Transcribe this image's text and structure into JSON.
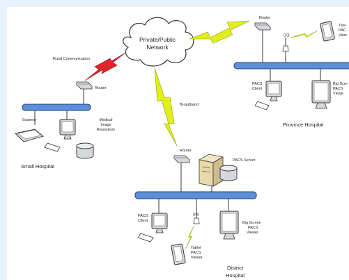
{
  "diagram": {
    "cloud": {
      "line1": "Private/Public",
      "line2": "Network"
    },
    "links": {
      "rural": "Rural Communication",
      "broadband": "Broadband"
    },
    "routers": {
      "small": "Router",
      "province": "Router",
      "district": "Router"
    },
    "small_hospital": {
      "title": "Small Hospital",
      "scanner": "Scanner",
      "repository_line1": "Medical",
      "repository_line2": "Image",
      "repository_line3": "Repository"
    },
    "province_hospital": {
      "title": "Province Hospital",
      "pacs_client_line1": "PACS",
      "pacs_client_line2": "Client",
      "big_screen_line1": "Big Scre",
      "big_screen_line2": "PACS",
      "big_screen_line3": "Viewe",
      "tablet_line1": "Tabl",
      "tablet_line2": "PAC",
      "tablet_line3": "View"
    },
    "district_hospital": {
      "title_line1": "District",
      "title_line2": "Hospital",
      "pacs_server": "PACS Server",
      "pacs_client_line1": "PACS",
      "pacs_client_line2": "Client",
      "big_screen_line1": "Big Screen",
      "big_screen_line2": "PACS",
      "big_screen_line3": "Viewer",
      "tablet_line1": "Tablet",
      "tablet_line2": "PACS",
      "tablet_line3": "Viewer"
    },
    "colors": {
      "bus_fill": "#5b8fd6",
      "bus_stroke": "#1f3f7a",
      "bolt_red": "#e0242a",
      "bolt_yellow": "#e2ee1a",
      "device_gray": "#d4d7dc"
    }
  }
}
